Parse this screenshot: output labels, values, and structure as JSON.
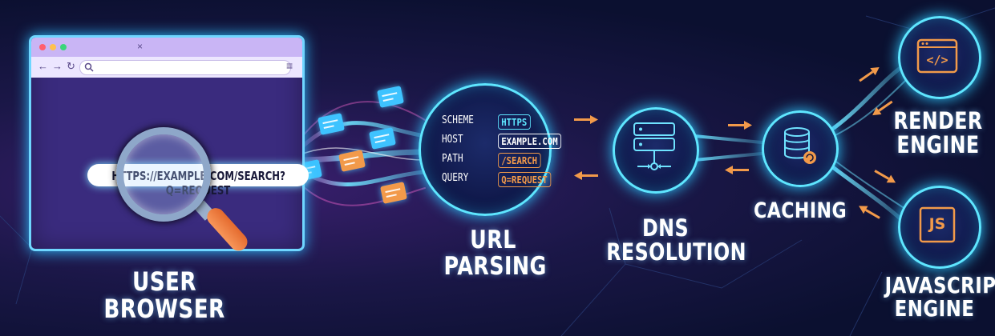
{
  "browser": {
    "label": "USER BROWSER",
    "url": "HTTPS://EXAMPLE.COM/SEARCH?Q=REQUEST",
    "tab_close": "×"
  },
  "url_parsing": {
    "label_line1": "URL",
    "label_line2": "PARSING",
    "rows": [
      {
        "key": "SCHEME",
        "value": "HTTPS",
        "color": "#5ee6ff"
      },
      {
        "key": "HOST",
        "value": "EXAMPLE.COM",
        "color": "#ffffff"
      },
      {
        "key": "PATH",
        "value": "/SEARCH",
        "color": "#f29a4a"
      },
      {
        "key": "QUERY",
        "value": "Q=REQUEST",
        "color": "#f29a4a"
      }
    ]
  },
  "dns": {
    "label_line1": "DNS",
    "label_line2": "RESOLUTION"
  },
  "caching": {
    "label": "CACHING"
  },
  "render": {
    "label_line1": "RENDER",
    "label_line2": "ENGINE",
    "icon_text": "</>"
  },
  "javascript": {
    "label_line1": "JAVASCRIPT",
    "label_line2": "ENGINE",
    "icon_text": "JS"
  },
  "colors": {
    "accent": "#5ee6ff",
    "arrow": "#f29a4a",
    "background": "#0b1030"
  }
}
